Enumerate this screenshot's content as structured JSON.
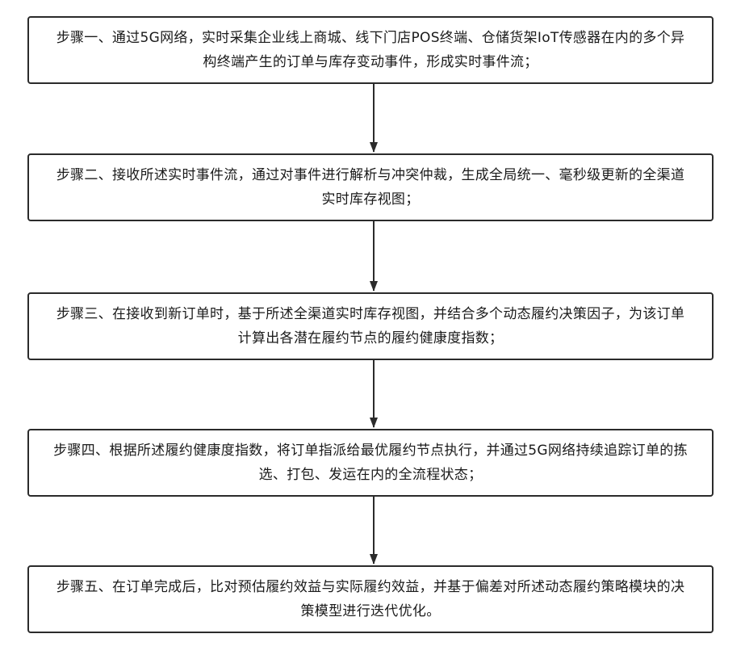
{
  "steps": [
    {
      "text": "步骤一、通过5G网络，实时采集企业线上商城、线下门店POS终端、仓储货架IoT传感器在内的多个异构终端产生的订单与库存变动事件，形成实时事件流；"
    },
    {
      "text": "步骤二、接收所述实时事件流，通过对事件进行解析与冲突仲裁，生成全局统一、毫秒级更新的全渠道实时库存视图；"
    },
    {
      "text": "步骤三、在接收到新订单时，基于所述全渠道实时库存视图，并结合多个动态履约决策因子，为该订单计算出各潜在履约节点的履约健康度指数；"
    },
    {
      "text": "步骤四、根据所述履约健康度指数，将订单指派给最优履约节点执行，并通过5G网络持续追踪订单的拣选、打包、发运在内的全流程状态；"
    },
    {
      "text": "步骤五、在订单完成后，比对预估履约效益与实际履约效益，并基于偏差对所述动态履约策略模块的决策模型进行迭代优化。"
    }
  ]
}
